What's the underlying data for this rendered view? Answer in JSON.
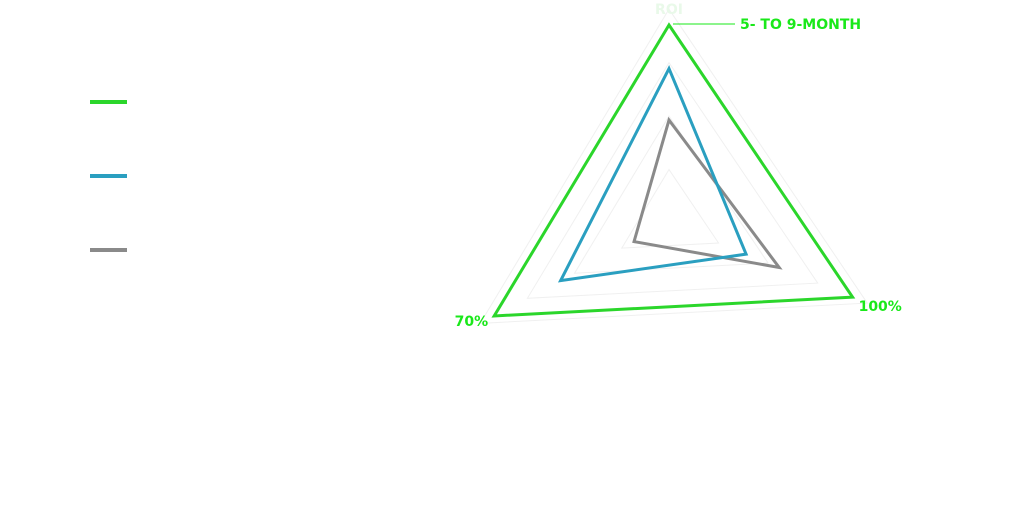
{
  "chart_data": {
    "type": "radar",
    "axes": [
      {
        "name": "ROI",
        "max": 100
      },
      {
        "name": "",
        "max": 100
      },
      {
        "name": "",
        "max": 100
      }
    ],
    "series": [
      {
        "name": "",
        "color": "#2bd62b",
        "values": [
          100,
          100,
          100
        ]
      },
      {
        "name": "",
        "color": "#2a9fc0",
        "values": [
          78,
          42,
          62
        ]
      },
      {
        "name": "",
        "color": "#8a8a8a",
        "values": [
          52,
          60,
          20
        ]
      }
    ],
    "grid_levels": 4,
    "grid": true,
    "grid_color": "#f0f0f0",
    "axis_title_color": "#e9f9e9",
    "annotations": [
      {
        "text": "5- TO 9-MONTH",
        "axis": 0,
        "color": "#1ae81a"
      },
      {
        "text": "100%",
        "axis": 1,
        "color": "#1ae81a"
      },
      {
        "text": "70%",
        "axis": 2,
        "color": "#1ae81a"
      }
    ],
    "legend_position": "left"
  }
}
